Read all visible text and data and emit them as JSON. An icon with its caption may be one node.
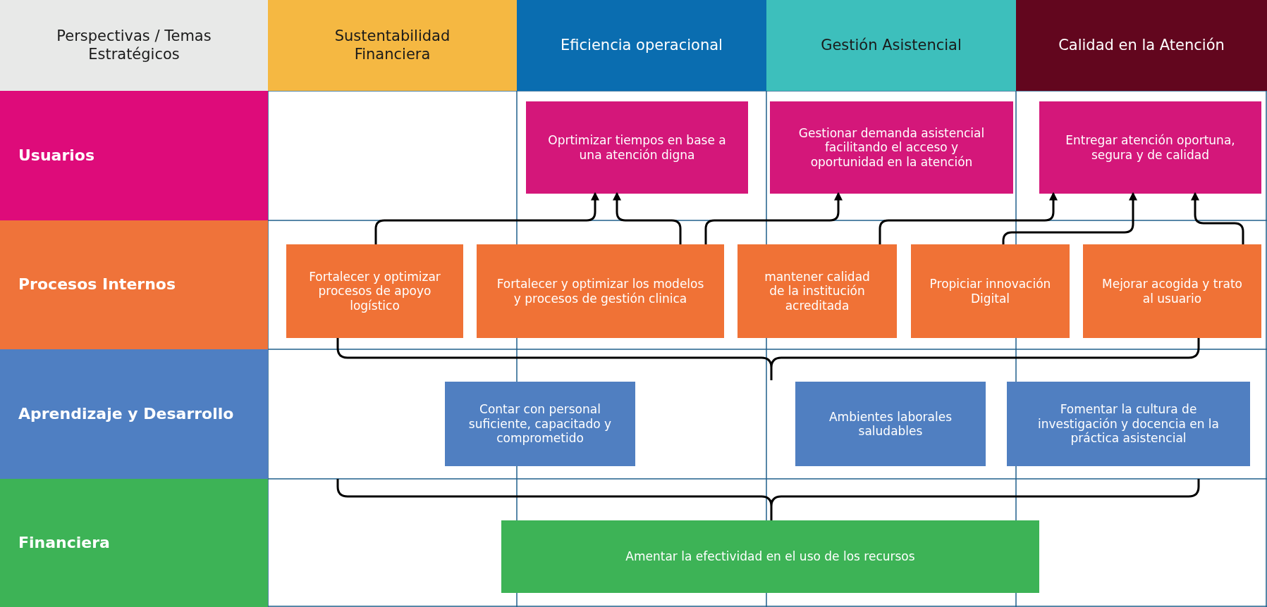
{
  "diagram": {
    "nodes": [
      {
        "text": [
          "Perspectivas / Temas Estratégicos"
        ]
      },
      {
        "text": [
          "Sustentabilidad Financiera"
        ]
      },
      {
        "text": [
          "Eficiencia operacional"
        ]
      },
      {
        "text": [
          "Gestión Asistencial"
        ]
      },
      {
        "text": [
          "Calidad en la Atención"
        ]
      },
      {
        "text": [
          "Usuarios"
        ]
      },
      {
        "text": [
          "Procesos Internos"
        ]
      },
      {
        "text": [
          "Aprendizaje y Desarrollo"
        ]
      },
      {
        "text": [
          "Financiera"
        ]
      },
      {
        "text": [
          "Oprtimizar tiempos en base a una atención digna"
        ]
      },
      {
        "text": [
          "Gestionar demanda asistencial facilitando el acceso y oportunidad en la atención"
        ]
      },
      {
        "text": [
          "Entregar atención oportuna, segura y de calidad"
        ]
      },
      {
        "text": [
          "Fortalecer y optimizar procesos de apoyo logístico"
        ]
      },
      {
        "text": [
          "Fortalecer y optimizar los modelos y procesos de gestión clinica"
        ]
      },
      {
        "text": [
          "mantener calidad de la institución acreditada"
        ]
      },
      {
        "text": [
          "Propiciar innovación Digital"
        ]
      },
      {
        "text": [
          "Mejorar acogida y trato al usuario"
        ]
      },
      {
        "text": [
          "Contar con personal suficiente, capacitado y comprometido"
        ]
      },
      {
        "text": [
          "Ambientes laborales saludables"
        ]
      },
      {
        "text": [
          "Fomentar la cultura de investigación y docencia en la práctica asistencial"
        ]
      },
      {
        "text": [
          "Amentar la efectividad en el uso de los recursos"
        ]
      }
    ],
    "edges": [
      {
        "from": 12,
        "to": 9,
        "arrow": "to"
      },
      {
        "from": 13,
        "to": 9,
        "arrow": "to"
      },
      {
        "from": 13,
        "to": 10,
        "arrow": "to"
      },
      {
        "from": 14,
        "to": 11,
        "arrow": "to"
      },
      {
        "from": 15,
        "to": 11,
        "arrow": "to"
      },
      {
        "from": 16,
        "to": 11,
        "arrow": "to"
      }
    ]
  }
}
